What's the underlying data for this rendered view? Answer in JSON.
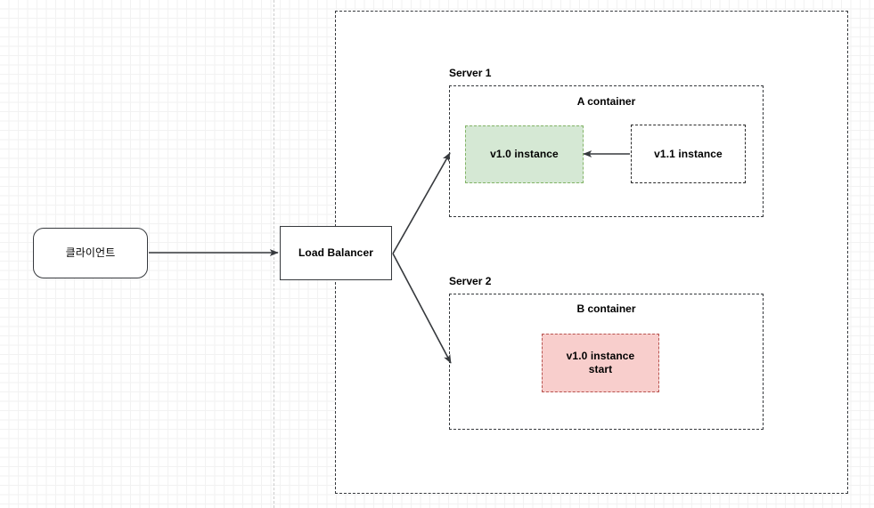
{
  "diagram": {
    "title": "Blue-green / rolling deployment architecture",
    "colors": {
      "green_fill": "#d5e8d4",
      "green_stroke": "#82b366",
      "pink_fill": "#f8cecc",
      "pink_stroke": "#b85450",
      "line": "#36393d",
      "grid_minor": "#f2f2f2",
      "grid_major": "#d9d9d9",
      "page_break": "#cccccc"
    },
    "nodes": {
      "client": {
        "label": "클라이언트"
      },
      "load_balancer": {
        "label": "Load Balancer"
      },
      "server1": {
        "label": "Server 1"
      },
      "server2": {
        "label": "Server 2"
      },
      "container_a": {
        "label": "A container"
      },
      "container_b": {
        "label": "B container"
      },
      "v10_instance_a": {
        "label": "v1.0 instance"
      },
      "v11_instance": {
        "label": "v1.1 instance"
      },
      "v10_instance_b": {
        "label": "v1.0 instance\nstart",
        "line1": "v1.0 instance",
        "line2": "start"
      }
    },
    "edges": [
      {
        "name": "client-to-load-balancer",
        "from": "client",
        "to": "load_balancer"
      },
      {
        "name": "load-balancer-to-server1",
        "from": "load_balancer",
        "to": "server1"
      },
      {
        "name": "load-balancer-to-server2",
        "from": "load_balancer",
        "to": "server2"
      },
      {
        "name": "v11-to-v10",
        "from": "v11_instance",
        "to": "v10_instance_a"
      }
    ]
  }
}
